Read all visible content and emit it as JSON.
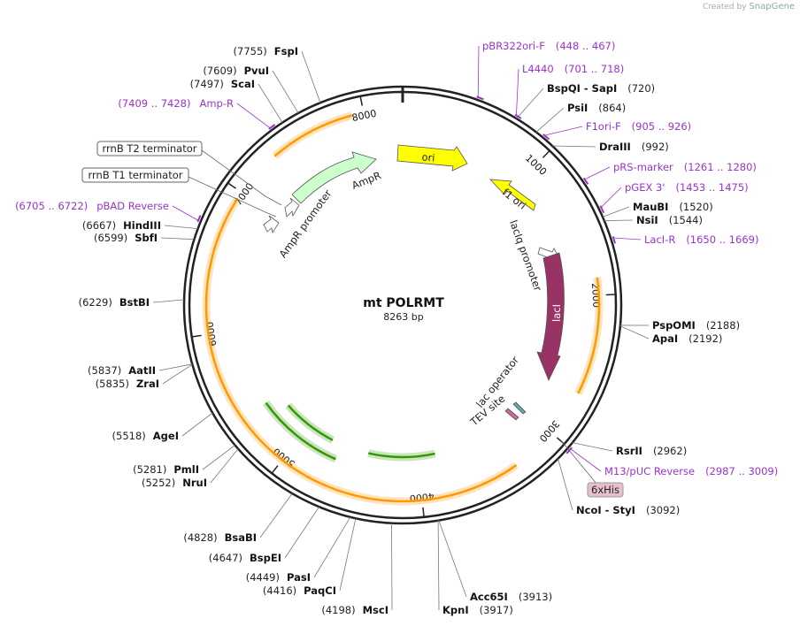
{
  "credit": {
    "prefix": "Created by",
    "brand": "SnapGene"
  },
  "plasmid": {
    "name": "mt POLRMT",
    "size_label": "8263 bp",
    "length": 8263
  },
  "ticks": [
    {
      "pos": 1000,
      "label": "1000"
    },
    {
      "pos": 2000,
      "label": "2000"
    },
    {
      "pos": 3000,
      "label": "3000"
    },
    {
      "pos": 4000,
      "label": "4000"
    },
    {
      "pos": 5000,
      "label": "5000"
    },
    {
      "pos": 6000,
      "label": "6000"
    },
    {
      "pos": 7000,
      "label": "7000"
    },
    {
      "pos": 8000,
      "label": "8000"
    }
  ],
  "colors": {
    "backbone": "#222222",
    "ori": "#ffff00",
    "ampr": "#ccffcc",
    "laci": "#993366",
    "orf": "#ff9900",
    "orf_green": "#339900",
    "primer": "#9933cc",
    "his": "#e6c0cf"
  },
  "enzymes": [
    {
      "name": "FspI",
      "pos": 7755,
      "pos_label": "(7755)"
    },
    {
      "name": "PvuI",
      "pos": 7609,
      "pos_label": "(7609)"
    },
    {
      "name": "ScaI",
      "pos": 7497,
      "pos_label": "(7497)"
    },
    {
      "name": "HindIII",
      "pos": 6667,
      "pos_label": "(6667)"
    },
    {
      "name": "SbfI",
      "pos": 6599,
      "pos_label": "(6599)"
    },
    {
      "name": "BstBI",
      "pos": 6229,
      "pos_label": "(6229)"
    },
    {
      "name": "AatII",
      "pos": 5837,
      "pos_label": "(5837)"
    },
    {
      "name": "ZraI",
      "pos": 5835,
      "pos_label": "(5835)"
    },
    {
      "name": "AgeI",
      "pos": 5518,
      "pos_label": "(5518)"
    },
    {
      "name": "PmlI",
      "pos": 5281,
      "pos_label": "(5281)"
    },
    {
      "name": "NruI",
      "pos": 5252,
      "pos_label": "(5252)"
    },
    {
      "name": "BsaBI",
      "pos": 4828,
      "pos_label": "(4828)"
    },
    {
      "name": "BspEI",
      "pos": 4647,
      "pos_label": "(4647)"
    },
    {
      "name": "PasI",
      "pos": 4449,
      "pos_label": "(4449)"
    },
    {
      "name": "PaqCI",
      "pos": 4416,
      "pos_label": "(4416)"
    },
    {
      "name": "MscI",
      "pos": 4198,
      "pos_label": "(4198)"
    },
    {
      "name": "KpnI",
      "pos": 3917,
      "pos_label": "(3917)"
    },
    {
      "name": "Acc65I",
      "pos": 3913,
      "pos_label": "(3913)"
    },
    {
      "name": "NcoI",
      "name2": "StyI",
      "pos": 3092,
      "pos_label": "(3092)"
    },
    {
      "name": "RsrII",
      "pos": 2962,
      "pos_label": "(2962)"
    },
    {
      "name": "ApaI",
      "pos": 2192,
      "pos_label": "(2192)"
    },
    {
      "name": "PspOMI",
      "pos": 2188,
      "pos_label": "(2188)"
    },
    {
      "name": "NsiI",
      "pos": 1544,
      "pos_label": "(1544)"
    },
    {
      "name": "MauBI",
      "pos": 1520,
      "pos_label": "(1520)"
    },
    {
      "name": "DraIII",
      "pos": 992,
      "pos_label": "(992)"
    },
    {
      "name": "PsiI",
      "pos": 864,
      "pos_label": "(864)"
    },
    {
      "name": "BspQI",
      "name2": "SapI",
      "pos": 720,
      "pos_label": "(720)"
    }
  ],
  "primers": [
    {
      "name": "pBR322ori-F",
      "start": 448,
      "end": 467,
      "range_label": "(448 .. 467)"
    },
    {
      "name": "L4440",
      "start": 701,
      "end": 718,
      "range_label": "(701 .. 718)"
    },
    {
      "name": "F1ori-F",
      "start": 905,
      "end": 926,
      "range_label": "(905 .. 926)"
    },
    {
      "name": "pRS-marker",
      "start": 1261,
      "end": 1280,
      "range_label": "(1261 .. 1280)"
    },
    {
      "name": "pGEX 3'",
      "start": 1453,
      "end": 1475,
      "range_label": "(1453 .. 1475)"
    },
    {
      "name": "LacI-R",
      "start": 1650,
      "end": 1669,
      "range_label": "(1650 .. 1669)"
    },
    {
      "name": "M13/pUC Reverse",
      "start": 2987,
      "end": 3009,
      "range_label": "(2987 .. 3009)"
    },
    {
      "name": "pBAD Reverse",
      "start": 6705,
      "end": 6722,
      "range_label": "(6705 .. 6722)"
    },
    {
      "name": "Amp-R",
      "start": 7409,
      "end": 7428,
      "range_label": "(7409 .. 7428)"
    }
  ],
  "features": [
    {
      "name": "ori",
      "label": "ori",
      "kind": "rep_origin"
    },
    {
      "name": "f1-ori",
      "label": "f1 ori",
      "kind": "rep_origin"
    },
    {
      "name": "ampr",
      "label": "AmpR",
      "kind": "cds"
    },
    {
      "name": "ampr-promoter",
      "label": "AmpR promoter",
      "kind": "promoter"
    },
    {
      "name": "laci",
      "label": "lacI",
      "kind": "cds"
    },
    {
      "name": "laciq-promoter",
      "label": "lacIq promoter",
      "kind": "promoter"
    },
    {
      "name": "lac-operator",
      "label": "lac operator",
      "kind": "protein_bind"
    },
    {
      "name": "tev-site",
      "label": "TEV site",
      "kind": "site"
    },
    {
      "name": "6xhis",
      "label": "6xHis",
      "kind": "tag"
    }
  ],
  "boxed_labels": [
    {
      "name": "rrnb-t2-terminator",
      "label": "rrnB T2 terminator"
    },
    {
      "name": "rrnb-t1-terminator",
      "label": "rrnB T1 terminator"
    }
  ]
}
